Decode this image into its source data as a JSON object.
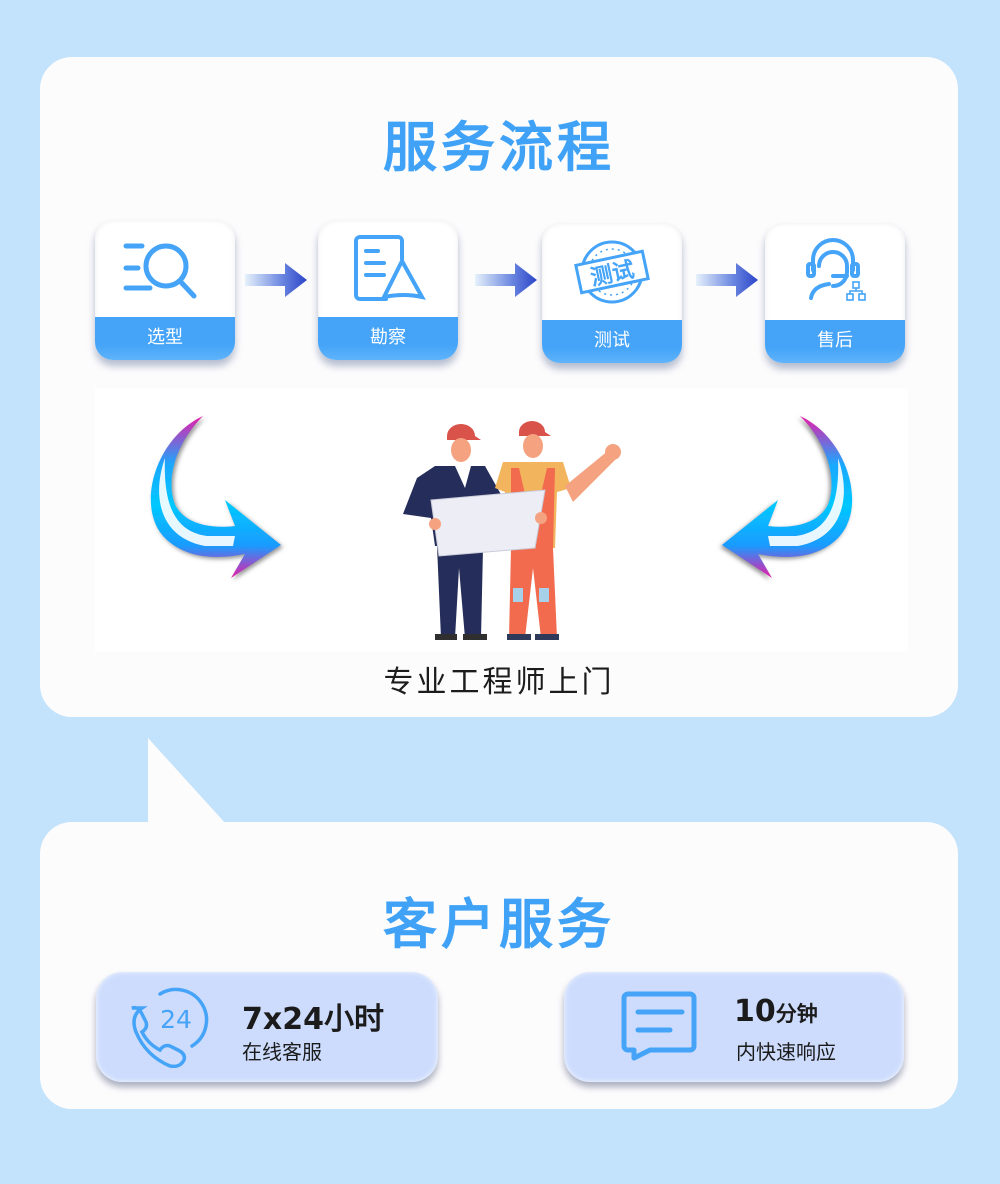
{
  "process": {
    "title": "服务流程",
    "steps": [
      {
        "label": "选型",
        "icon": "search-list-icon"
      },
      {
        "label": "勘察",
        "icon": "document-survey-icon"
      },
      {
        "label": "测试",
        "icon": "test-stamp-icon",
        "stamp_text": "测试"
      },
      {
        "label": "售后",
        "icon": "customer-service-headset-icon"
      }
    ],
    "caption": "专业工程师上门"
  },
  "service": {
    "title": "客户服务",
    "items": [
      {
        "headline": "7x24小时",
        "subtitle": "在线客服",
        "icon": "phone-24h-icon",
        "icon_text": "24"
      },
      {
        "headline_number": "10",
        "headline_unit": "分钟",
        "subtitle": "内快速响应",
        "icon": "chat-message-icon"
      }
    ]
  },
  "colors": {
    "background": "#c3e2fb",
    "card": "#fdfcfd",
    "accent_blue": "#3fa2f6",
    "service_tile": "#cddcfd",
    "arrow_dark": "#2a45c8"
  }
}
